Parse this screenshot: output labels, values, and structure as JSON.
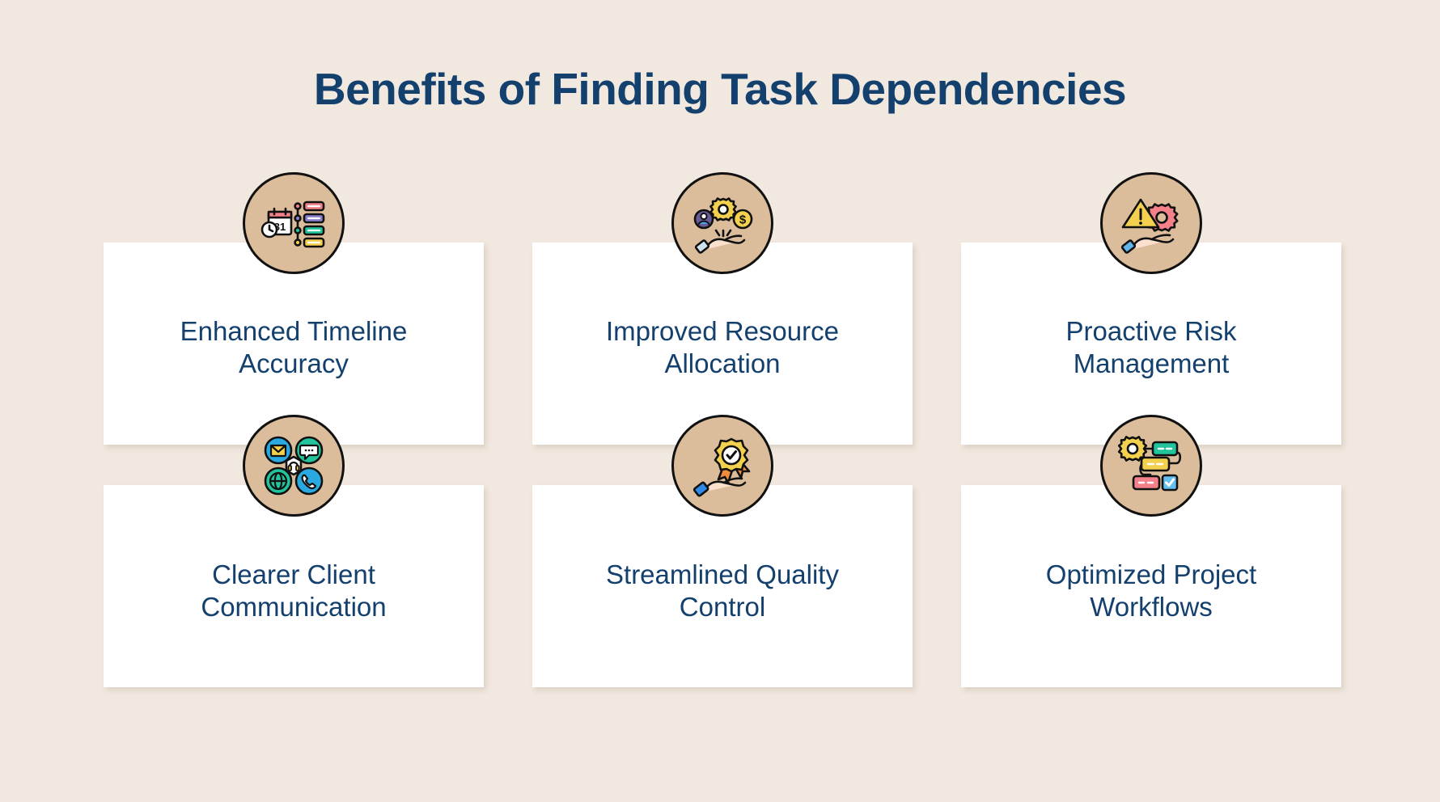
{
  "page": {
    "title": "Benefits of Finding Task Dependencies",
    "background_color": "#f1e8df",
    "title_color": "#14406e",
    "card_background": "#ffffff",
    "icon_circle_color": "#dcbd9b",
    "icon_outline_color": "#111111"
  },
  "benefits": [
    {
      "label": "Enhanced Timeline Accuracy",
      "icon": "calendar-timeline-icon",
      "icon_colors": [
        "#f4808a",
        "#8b80d0",
        "#22c59b",
        "#f3d04e"
      ]
    },
    {
      "label": "Improved Resource Allocation",
      "icon": "hand-resources-icon",
      "icon_colors": [
        "#6b5b95",
        "#4da6e8",
        "#f3d04e"
      ]
    },
    {
      "label": "Proactive Risk Management",
      "icon": "hand-warning-gear-icon",
      "icon_colors": [
        "#f3d04e",
        "#f4808a",
        "#4da6e8"
      ]
    },
    {
      "label": "Clearer Client Communication",
      "icon": "communication-channels-icon",
      "icon_colors": [
        "#2aa9e0",
        "#22c59b",
        "#f3d04e",
        "#ffffff"
      ]
    },
    {
      "label": "Streamlined Quality Control",
      "icon": "hand-quality-badge-icon",
      "icon_colors": [
        "#f3d04e",
        "#f08a3c",
        "#2e8ae6"
      ]
    },
    {
      "label": "Optimized Project Workflows",
      "icon": "workflow-gear-tasks-icon",
      "icon_colors": [
        "#f3d04e",
        "#22c59b",
        "#f4808a",
        "#63c0f0"
      ]
    }
  ]
}
